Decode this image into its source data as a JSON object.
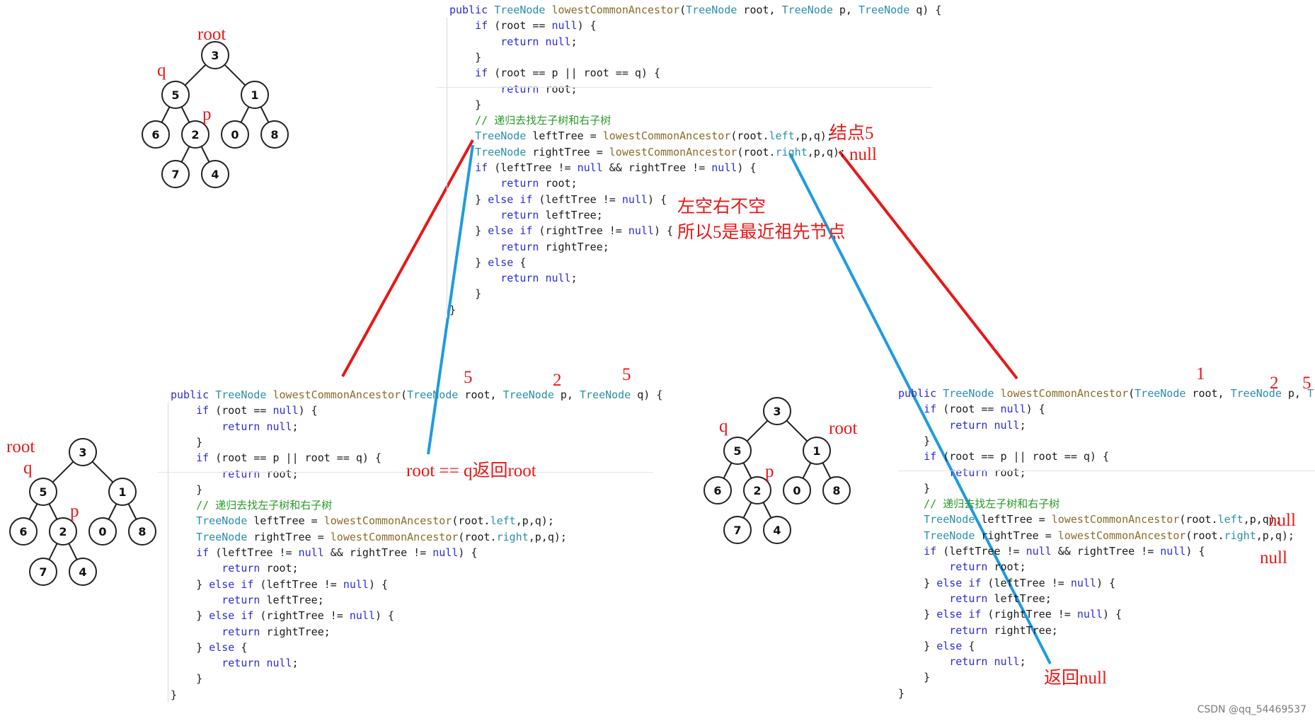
{
  "code_lines": [
    "public TreeNode lowestCommonAncestor(TreeNode root, TreeNode p, TreeNode q) {",
    "    if (root == null) {",
    "        return null;",
    "    }",
    "    if (root == p || root == q) {",
    "        return root;",
    "    }",
    "    // 递归去找左子树和右子树",
    "    TreeNode leftTree = lowestCommonAncestor(root.left,p,q);",
    "    TreeNode rightTree = lowestCommonAncestor(root.right,p,q);",
    "    if (leftTree != null && rightTree != null) {",
    "        return root;",
    "    } else if (leftTree != null) {",
    "        return leftTree;",
    "    } else if (rightTree != null) {",
    "        return rightTree;",
    "    } else {",
    "        return null;",
    "    }",
    "}"
  ],
  "tree_values": [
    "3",
    "5",
    "1",
    "6",
    "2",
    "0",
    "8",
    "7",
    "4"
  ],
  "labels": {
    "root": "root",
    "q": "q",
    "p": "p"
  },
  "annotations": {
    "node5": "结点5",
    "null_right": "null",
    "left_empty": "左空右不空",
    "so_5": "所以5是最近祖先节点",
    "arg_5a": "5",
    "arg_2a": "2",
    "arg_5b": "5",
    "root_eq_q": "root  ==  q返回root",
    "arg_1": "1",
    "arg_2b": "2",
    "arg_5c": "5",
    "null_a": "null",
    "null_b": "null",
    "return_null": "返回null"
  },
  "colors": {
    "red": "#e81818",
    "blue": "#1e9be0",
    "keyword": "#2b2bd6",
    "type": "#2a8fa8",
    "comment": "#2a9a2a"
  },
  "watermark": "CSDN @qq_54469537"
}
